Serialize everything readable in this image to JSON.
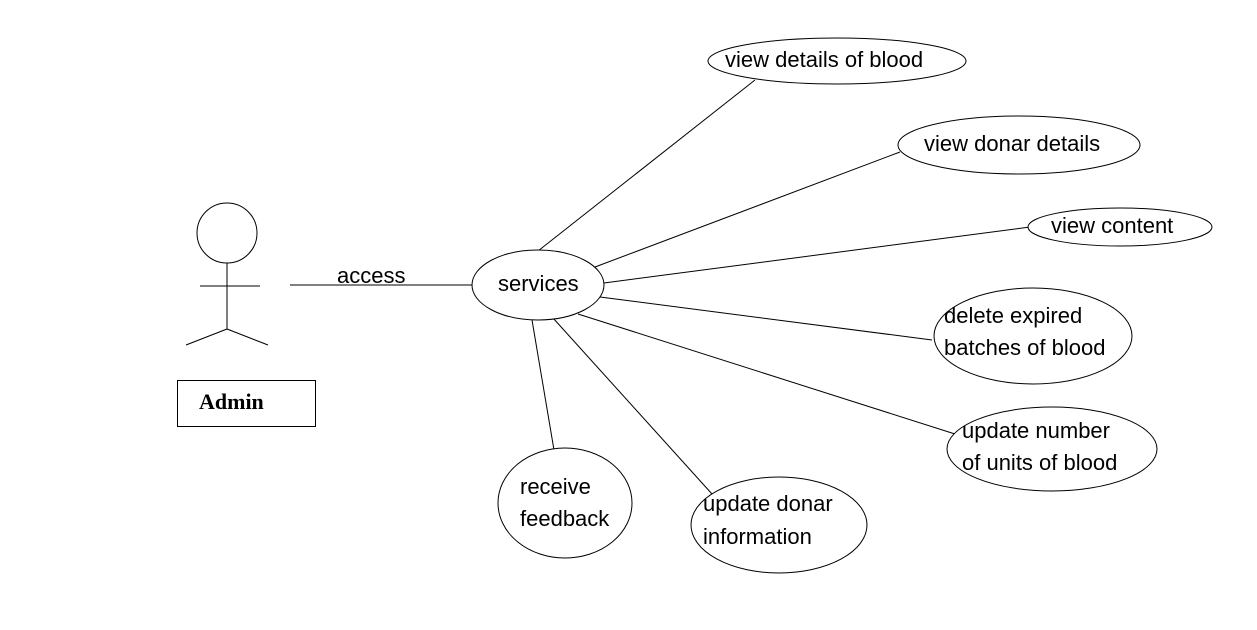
{
  "actor": {
    "name": "Admin"
  },
  "association": {
    "label": "access"
  },
  "hub": {
    "label": "services"
  },
  "use_cases": [
    {
      "id": "view-details-of-blood",
      "lines": [
        "view details of blood"
      ]
    },
    {
      "id": "view-donar-details",
      "lines": [
        "view donar details"
      ]
    },
    {
      "id": "view-content",
      "lines": [
        "view content"
      ]
    },
    {
      "id": "delete-expired-batches",
      "lines": [
        "delete expired",
        "batches of blood"
      ]
    },
    {
      "id": "update-number-of-units",
      "lines": [
        "update number",
        "of units of blood"
      ]
    },
    {
      "id": "update-donar-information",
      "lines": [
        "update donar",
        "information"
      ]
    },
    {
      "id": "receive-feedback",
      "lines": [
        "receive",
        "feedback"
      ]
    }
  ]
}
